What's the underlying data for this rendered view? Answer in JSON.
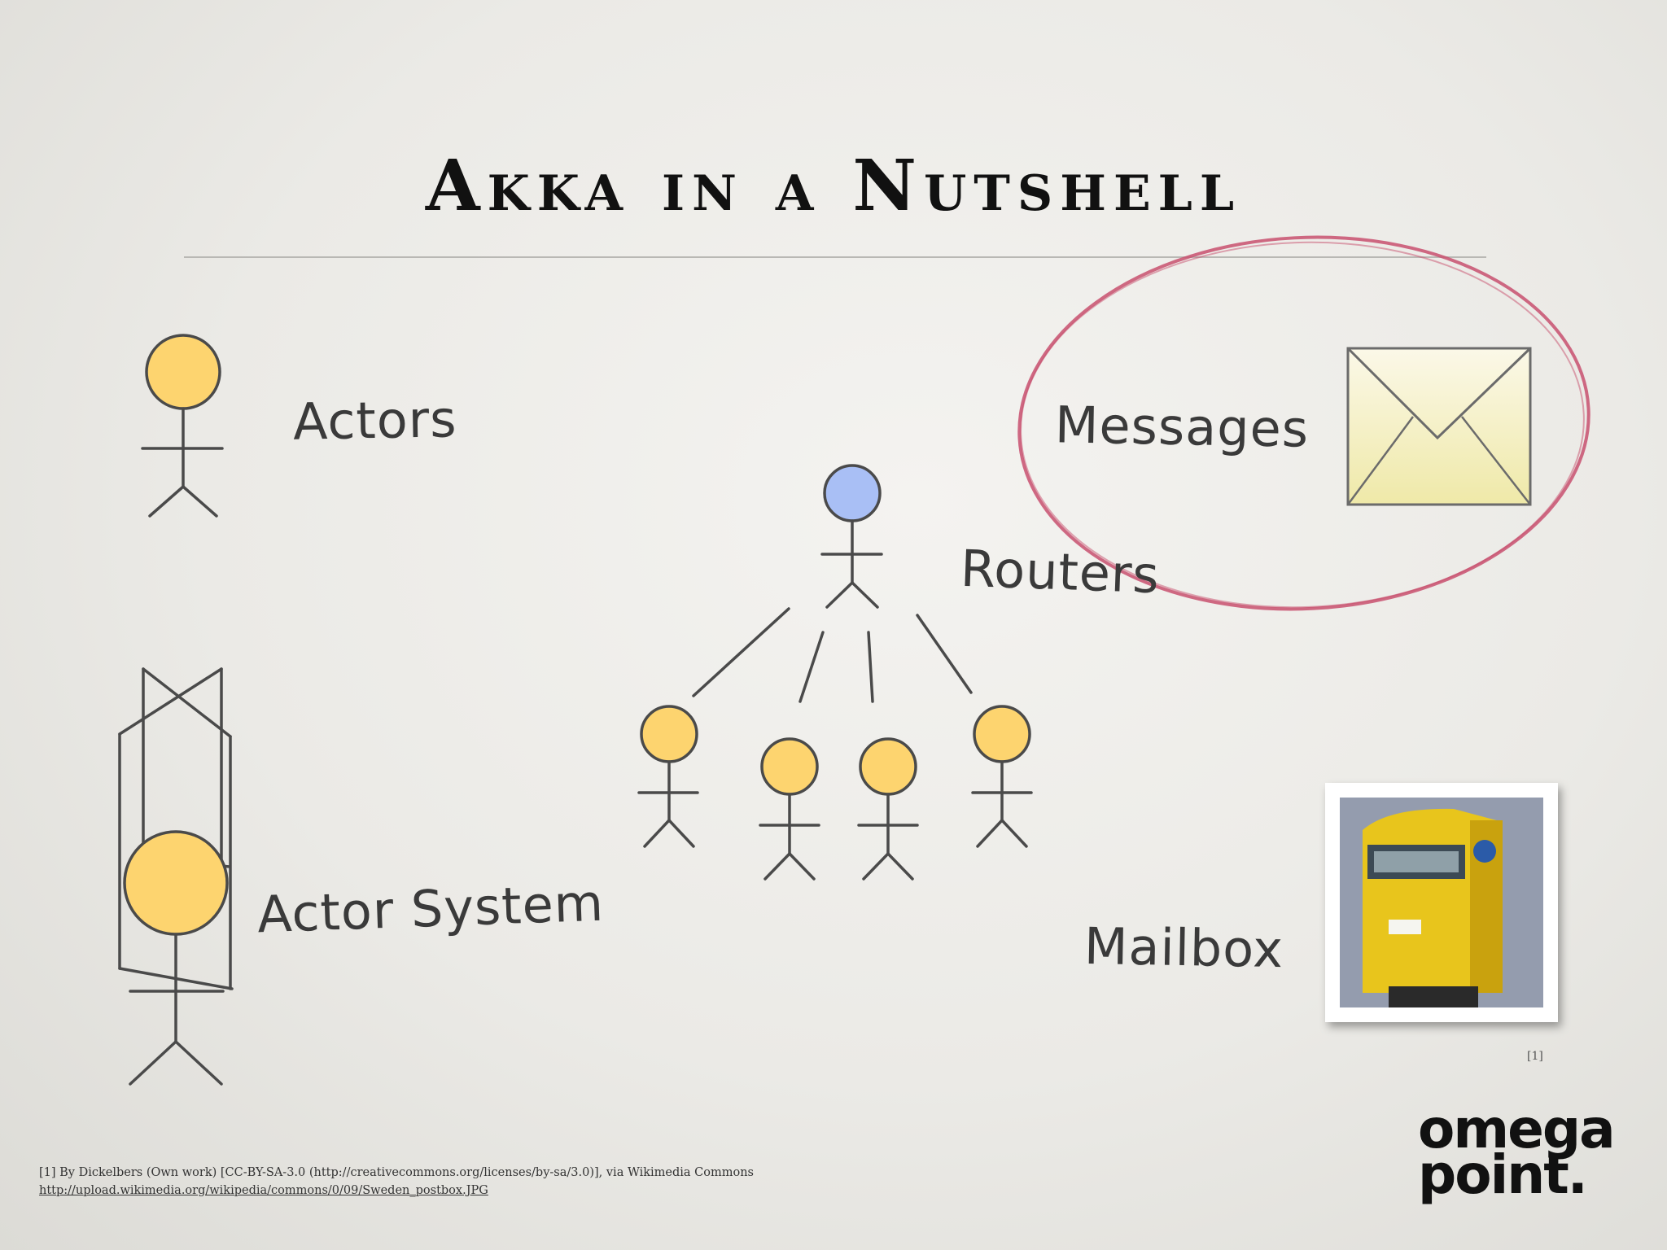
{
  "slide": {
    "title": "Akka in a Nutshell",
    "labels": {
      "actors": "Actors",
      "messages": "Messages",
      "routers": "Routers",
      "actor_system": "Actor System",
      "mailbox": "Mailbox"
    },
    "image_ref": "[1]",
    "footnote": {
      "line1": "[1] By Dickelbers (Own work) [CC-BY-SA-3.0 (http://creativecommons.org/licenses/by-sa/3.0)], via Wikimedia Commons",
      "line2": "http://upload.wikimedia.org/wikipedia/commons/0/09/Sweden_postbox.JPG"
    },
    "logo": {
      "line1": "omega",
      "line2": "point."
    }
  },
  "colors": {
    "actor_fill": "#fdd46f",
    "router_fill": "#a9bff5",
    "stroke": "#4a4a4a",
    "highlight_circle": "#c8506e",
    "envelope_fill": "#f7f3c6"
  },
  "icons": [
    "envelope-icon",
    "mailbox-photo",
    "stick-figure-icon"
  ]
}
